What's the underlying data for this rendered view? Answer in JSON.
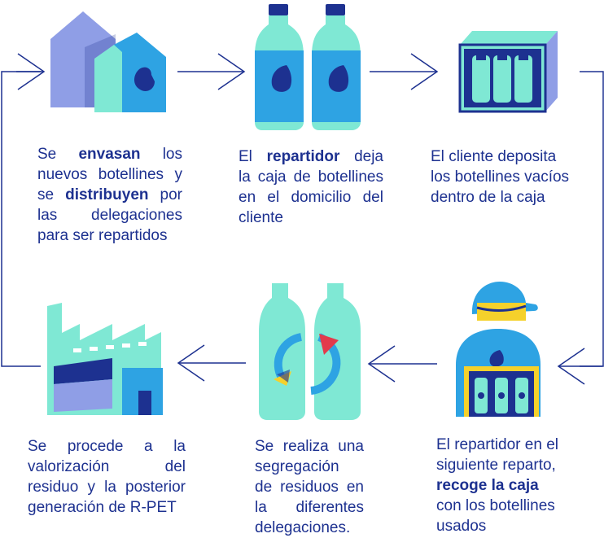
{
  "steps": [
    {
      "id": "envasado",
      "lines": [
        [
          "Se ",
          {
            "b": "envasan"
          },
          " los"
        ],
        [
          "nuevos botellines y"
        ],
        [
          "se ",
          {
            "b": "distribuyen"
          },
          " por"
        ],
        [
          "las delegaciones"
        ],
        [
          "para ser repartidos"
        ]
      ]
    },
    {
      "id": "entrega",
      "lines": [
        [
          "El ",
          {
            "b": "repartidor"
          },
          " deja"
        ],
        [
          "la caja de botellines"
        ],
        [
          "en el domicilio del"
        ],
        [
          "cliente"
        ]
      ]
    },
    {
      "id": "deposito",
      "lines": [
        [
          "El cliente deposita"
        ],
        [
          "los botellines vacíos"
        ],
        [
          "dentro de la caja"
        ]
      ]
    },
    {
      "id": "recogida",
      "lines": [
        [
          "El repartidor en el"
        ],
        [
          "siguiente reparto,"
        ],
        [
          {
            "b": "recoge la caja"
          }
        ],
        [
          "con los botellines"
        ],
        [
          "usados"
        ]
      ]
    },
    {
      "id": "segregacion",
      "lines": [
        [
          "Se realiza una"
        ],
        [
          "segregación"
        ],
        [
          "de residuos en"
        ],
        [
          "la diferentes"
        ],
        [
          "delegaciones."
        ]
      ]
    },
    {
      "id": "valorizacion",
      "lines": [
        [
          "Se procede a la"
        ],
        [
          "valorización del"
        ],
        [
          "residuo y la posterior"
        ],
        [
          "generación de R-PET"
        ]
      ]
    }
  ],
  "colors": {
    "navy": "#1d3190",
    "turquoise": "#7fe8d4",
    "blue": "#2ea3e3",
    "lavender": "#8f9ee6",
    "yellow": "#f5d12b",
    "red": "#e23a4c"
  }
}
